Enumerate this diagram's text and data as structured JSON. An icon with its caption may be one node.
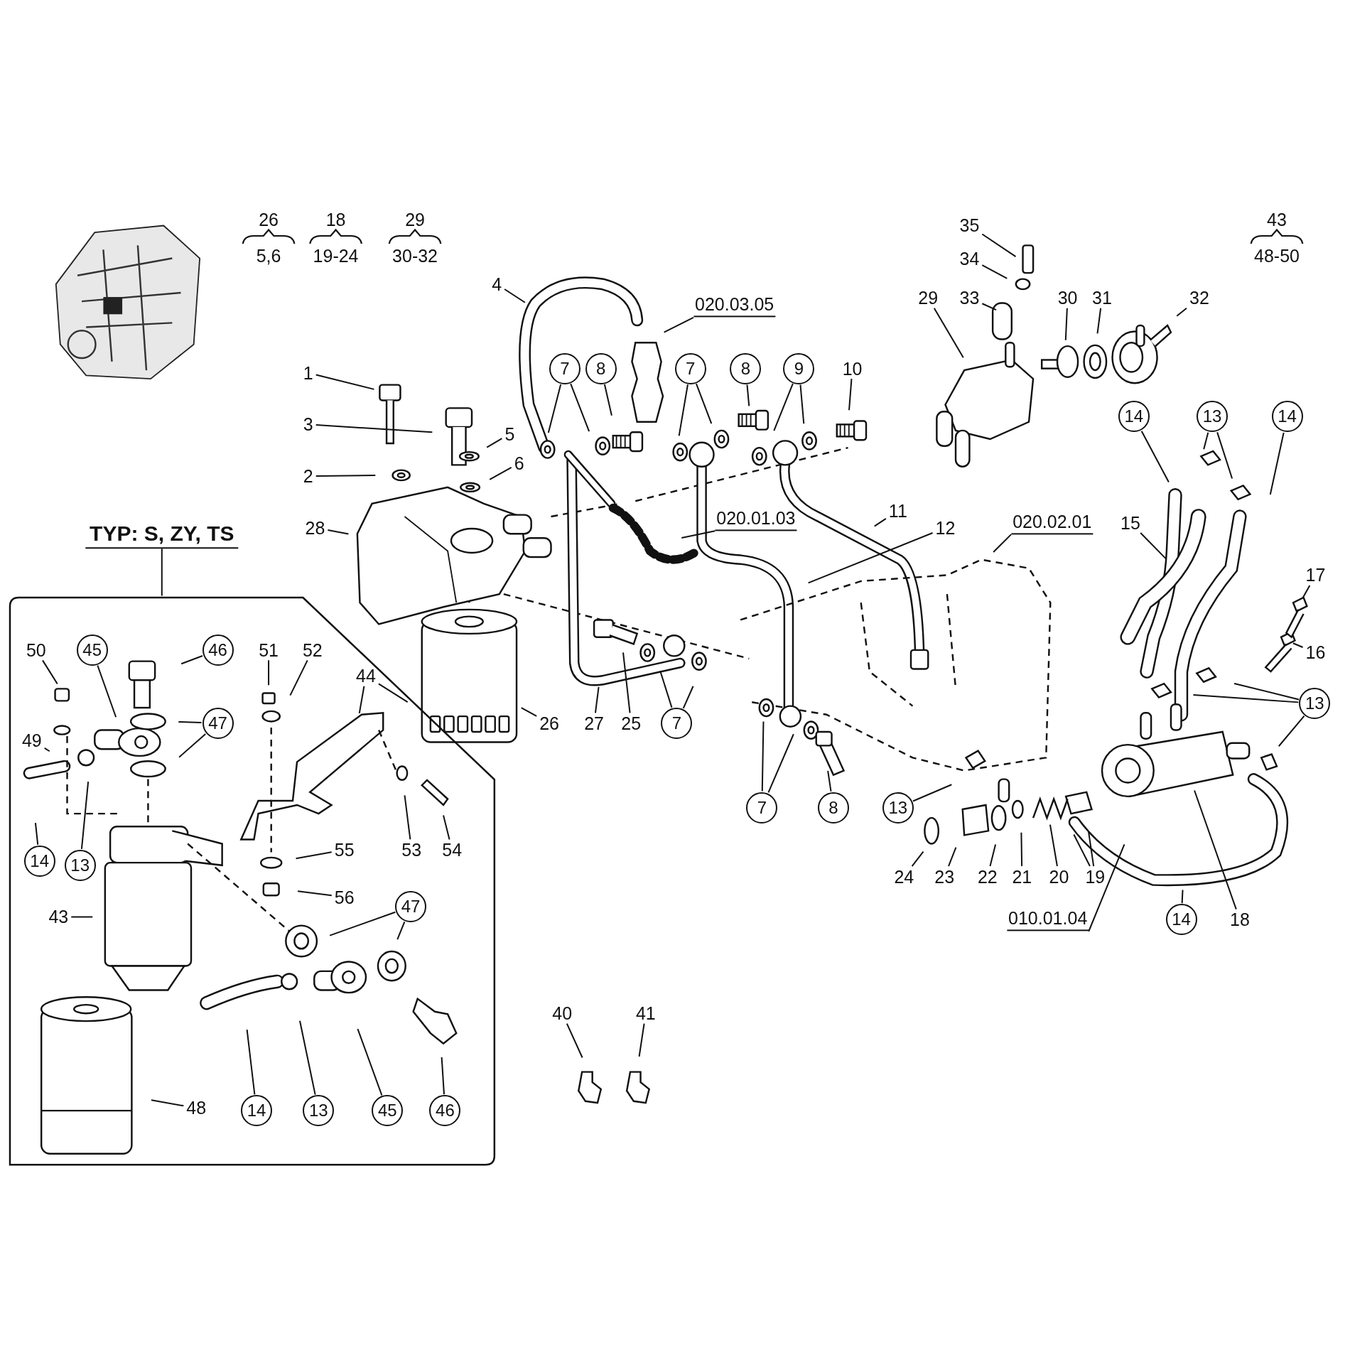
{
  "diagram": {
    "nodes": [
      {
        "text": [
          "1"
        ]
      },
      {
        "text": [
          "3"
        ]
      },
      {
        "text": [
          "2"
        ]
      },
      {
        "text": [
          "5"
        ]
      },
      {
        "text": [
          "6"
        ]
      },
      {
        "text": [
          "28"
        ]
      },
      {
        "text": [
          "4"
        ]
      },
      {
        "text": [
          "020.03.05"
        ]
      },
      {
        "text": [
          "7"
        ]
      },
      {
        "text": [
          "8"
        ]
      },
      {
        "text": [
          "7"
        ]
      },
      {
        "text": [
          "8"
        ]
      },
      {
        "text": [
          "9"
        ]
      },
      {
        "text": [
          "10"
        ]
      },
      {
        "text": [
          "020.01.03"
        ]
      },
      {
        "text": [
          "11"
        ]
      },
      {
        "text": [
          "12"
        ]
      },
      {
        "text": [
          "020.02.01"
        ]
      },
      {
        "text": [
          "26"
        ]
      },
      {
        "text": [
          "27"
        ]
      },
      {
        "text": [
          "25"
        ]
      },
      {
        "text": [
          "7"
        ]
      },
      {
        "text": [
          "7"
        ]
      },
      {
        "text": [
          "8"
        ]
      },
      {
        "text": [
          "35"
        ]
      },
      {
        "text": [
          "34"
        ]
      },
      {
        "text": [
          "29"
        ]
      },
      {
        "text": [
          "33"
        ]
      },
      {
        "text": [
          "30"
        ]
      },
      {
        "text": [
          "31"
        ]
      },
      {
        "text": [
          "32"
        ]
      },
      {
        "text": [
          "14"
        ]
      },
      {
        "text": [
          "13"
        ]
      },
      {
        "text": [
          "14"
        ]
      },
      {
        "text": [
          "15"
        ]
      },
      {
        "text": [
          "17"
        ]
      },
      {
        "text": [
          "16"
        ]
      },
      {
        "text": [
          "13"
        ]
      },
      {
        "text": [
          "18"
        ]
      },
      {
        "text": [
          "13"
        ]
      },
      {
        "text": [
          "24"
        ]
      },
      {
        "text": [
          "23"
        ]
      },
      {
        "text": [
          "22"
        ]
      },
      {
        "text": [
          "21"
        ]
      },
      {
        "text": [
          "20"
        ]
      },
      {
        "text": [
          "19"
        ]
      },
      {
        "text": [
          "010.01.04"
        ]
      },
      {
        "text": [
          "14"
        ]
      },
      {
        "text": [
          "40"
        ]
      },
      {
        "text": [
          "41"
        ]
      },
      {
        "text": [
          "TYP: S, ZY, TS"
        ]
      },
      {
        "text": [],
        "shape": "box"
      },
      {
        "text": [
          "50"
        ],
        "in": 51
      },
      {
        "text": [
          "45"
        ],
        "in": 51
      },
      {
        "text": [
          "46"
        ],
        "in": 51
      },
      {
        "text": [
          "47"
        ],
        "in": 51
      },
      {
        "text": [
          "49"
        ],
        "in": 51
      },
      {
        "text": [
          "51"
        ],
        "in": 51
      },
      {
        "text": [
          "52"
        ],
        "in": 51
      },
      {
        "text": [
          "44"
        ],
        "in": 51
      },
      {
        "text": [
          "14"
        ],
        "in": 51
      },
      {
        "text": [
          "13"
        ],
        "in": 51
      },
      {
        "text": [
          "55"
        ],
        "in": 51
      },
      {
        "text": [
          "53"
        ],
        "in": 51
      },
      {
        "text": [
          "54"
        ],
        "in": 51
      },
      {
        "text": [
          "56"
        ],
        "in": 51
      },
      {
        "text": [
          "43"
        ],
        "in": 51
      },
      {
        "text": [
          "47"
        ],
        "in": 51
      },
      {
        "text": [
          "48"
        ],
        "in": 51
      },
      {
        "text": [
          "14"
        ],
        "in": 51
      },
      {
        "text": [
          "13"
        ],
        "in": 51
      },
      {
        "text": [
          "45"
        ],
        "in": 51
      },
      {
        "text": [
          "46"
        ],
        "in": 51
      }
    ],
    "edges": [
      {
        "from": 0,
        "to": null,
        "arrow": "none"
      },
      {
        "from": 1,
        "to": null,
        "arrow": "none"
      },
      {
        "from": 2,
        "to": null,
        "arrow": "none"
      },
      {
        "from": 3,
        "to": null,
        "arrow": "none"
      },
      {
        "from": 4,
        "to": null,
        "arrow": "none"
      },
      {
        "from": 5,
        "to": null,
        "arrow": "none"
      },
      {
        "from": 6,
        "to": null,
        "arrow": "none"
      },
      {
        "from": 7,
        "to": null,
        "arrow": "none"
      },
      {
        "from": 8,
        "to": null,
        "arrow": "none"
      },
      {
        "from": 8,
        "to": null,
        "arrow": "none"
      },
      {
        "from": 9,
        "to": null,
        "arrow": "none"
      },
      {
        "from": 10,
        "to": null,
        "arrow": "none"
      },
      {
        "from": 10,
        "to": null,
        "arrow": "none"
      },
      {
        "from": 11,
        "to": null,
        "arrow": "none"
      },
      {
        "from": 12,
        "to": null,
        "arrow": "none"
      },
      {
        "from": 12,
        "to": null,
        "arrow": "none"
      },
      {
        "from": 13,
        "to": null,
        "arrow": "none"
      },
      {
        "from": 14,
        "to": null,
        "arrow": "none"
      },
      {
        "from": 15,
        "to": null,
        "arrow": "none"
      },
      {
        "from": 16,
        "to": null,
        "arrow": "none"
      },
      {
        "from": 17,
        "to": null,
        "arrow": "none"
      },
      {
        "from": 18,
        "to": null,
        "arrow": "none"
      },
      {
        "from": 19,
        "to": null,
        "arrow": "none"
      },
      {
        "from": 20,
        "to": null,
        "arrow": "none"
      },
      {
        "from": 21,
        "to": null,
        "arrow": "none"
      },
      {
        "from": 21,
        "to": null,
        "arrow": "none"
      },
      {
        "from": 22,
        "to": null,
        "arrow": "none"
      },
      {
        "from": 22,
        "to": null,
        "arrow": "none"
      },
      {
        "from": 23,
        "to": null,
        "arrow": "none"
      },
      {
        "from": 24,
        "to": null,
        "arrow": "none"
      },
      {
        "from": 25,
        "to": null,
        "arrow": "none"
      },
      {
        "from": 26,
        "to": null,
        "arrow": "none"
      },
      {
        "from": 27,
        "to": null,
        "arrow": "none"
      },
      {
        "from": 28,
        "to": null,
        "arrow": "none"
      },
      {
        "from": 29,
        "to": null,
        "arrow": "none"
      },
      {
        "from": 30,
        "to": null,
        "arrow": "none"
      },
      {
        "from": 31,
        "to": null,
        "arrow": "none"
      },
      {
        "from": 32,
        "to": null,
        "arrow": "none"
      },
      {
        "from": 32,
        "to": null,
        "arrow": "none"
      },
      {
        "from": 33,
        "to": null,
        "arrow": "none"
      },
      {
        "from": 34,
        "to": null,
        "arrow": "none"
      },
      {
        "from": 35,
        "to": null,
        "arrow": "none"
      },
      {
        "from": 36,
        "to": null,
        "arrow": "none"
      },
      {
        "from": 37,
        "to": null,
        "arrow": "none"
      },
      {
        "from": 37,
        "to": null,
        "arrow": "none"
      },
      {
        "from": 37,
        "to": null,
        "arrow": "none"
      },
      {
        "from": 38,
        "to": null,
        "arrow": "none"
      },
      {
        "from": 39,
        "to": null,
        "arrow": "none"
      },
      {
        "from": 40,
        "to": null,
        "arrow": "none"
      },
      {
        "from": 41,
        "to": null,
        "arrow": "none"
      },
      {
        "from": 42,
        "to": null,
        "arrow": "none"
      },
      {
        "from": 43,
        "to": null,
        "arrow": "none"
      },
      {
        "from": 44,
        "to": null,
        "arrow": "none"
      },
      {
        "from": 45,
        "to": null,
        "arrow": "none"
      },
      {
        "from": 45,
        "to": null,
        "arrow": "none"
      },
      {
        "from": 46,
        "to": null,
        "arrow": "none"
      },
      {
        "from": 47,
        "to": null,
        "arrow": "none"
      },
      {
        "from": 48,
        "to": null,
        "arrow": "none"
      },
      {
        "from": 49,
        "to": null,
        "arrow": "none"
      },
      {
        "from": 50,
        "to": 51,
        "arrow": "none"
      },
      {
        "from": 52,
        "to": null,
        "arrow": "none"
      },
      {
        "from": 53,
        "to": null,
        "arrow": "none"
      },
      {
        "from": 54,
        "to": null,
        "arrow": "none"
      },
      {
        "from": 55,
        "to": null,
        "arrow": "none"
      },
      {
        "from": 55,
        "to": null,
        "arrow": "none"
      },
      {
        "from": 56,
        "to": null,
        "arrow": "none"
      },
      {
        "from": 57,
        "to": null,
        "arrow": "none"
      },
      {
        "from": 58,
        "to": null,
        "arrow": "none"
      },
      {
        "from": 59,
        "to": null,
        "arrow": "none"
      },
      {
        "from": 59,
        "to": null,
        "arrow": "none"
      },
      {
        "from": 60,
        "to": null,
        "arrow": "none"
      },
      {
        "from": 61,
        "to": null,
        "arrow": "none"
      },
      {
        "from": 62,
        "to": null,
        "arrow": "none"
      },
      {
        "from": 63,
        "to": null,
        "arrow": "none"
      },
      {
        "from": 64,
        "to": null,
        "arrow": "none"
      },
      {
        "from": 65,
        "to": null,
        "arrow": "none"
      },
      {
        "from": 66,
        "to": null,
        "arrow": "none"
      },
      {
        "from": 67,
        "to": null,
        "arrow": "none"
      },
      {
        "from": 67,
        "to": null,
        "arrow": "none"
      },
      {
        "from": 68,
        "to": null,
        "arrow": "none"
      },
      {
        "from": 69,
        "to": null,
        "arrow": "none"
      },
      {
        "from": 70,
        "to": null,
        "arrow": "none"
      },
      {
        "from": 71,
        "to": null,
        "arrow": "none"
      },
      {
        "from": 72,
        "to": null,
        "arrow": "none"
      }
    ],
    "labels": [
      "26",
      "5,6",
      "18",
      "19-24",
      "29",
      "30-32",
      "43",
      "48-50"
    ]
  }
}
